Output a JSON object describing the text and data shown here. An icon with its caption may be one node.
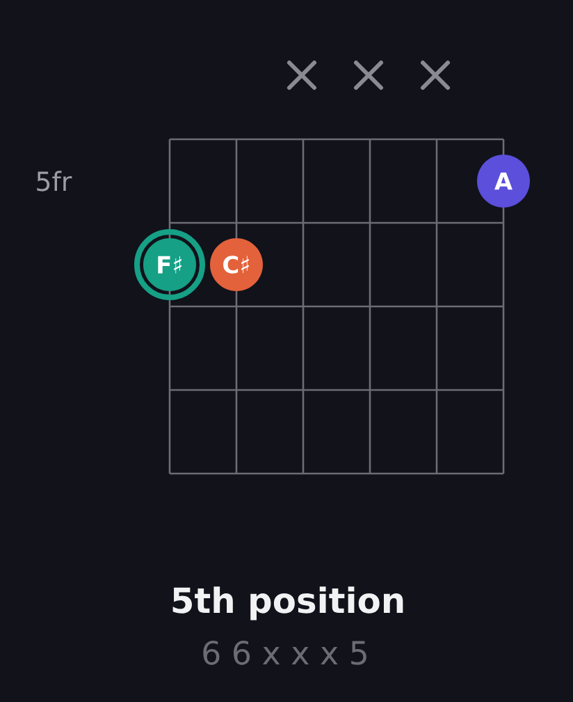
{
  "diagram": {
    "title": "5th position",
    "caption": "6 6 x x x 5",
    "nodes": [
      {
        "text": [
          "A"
        ]
      },
      {
        "text": [
          "F♯"
        ]
      },
      {
        "text": [
          "C♯"
        ]
      }
    ],
    "labels": [
      "5fr"
    ]
  }
}
